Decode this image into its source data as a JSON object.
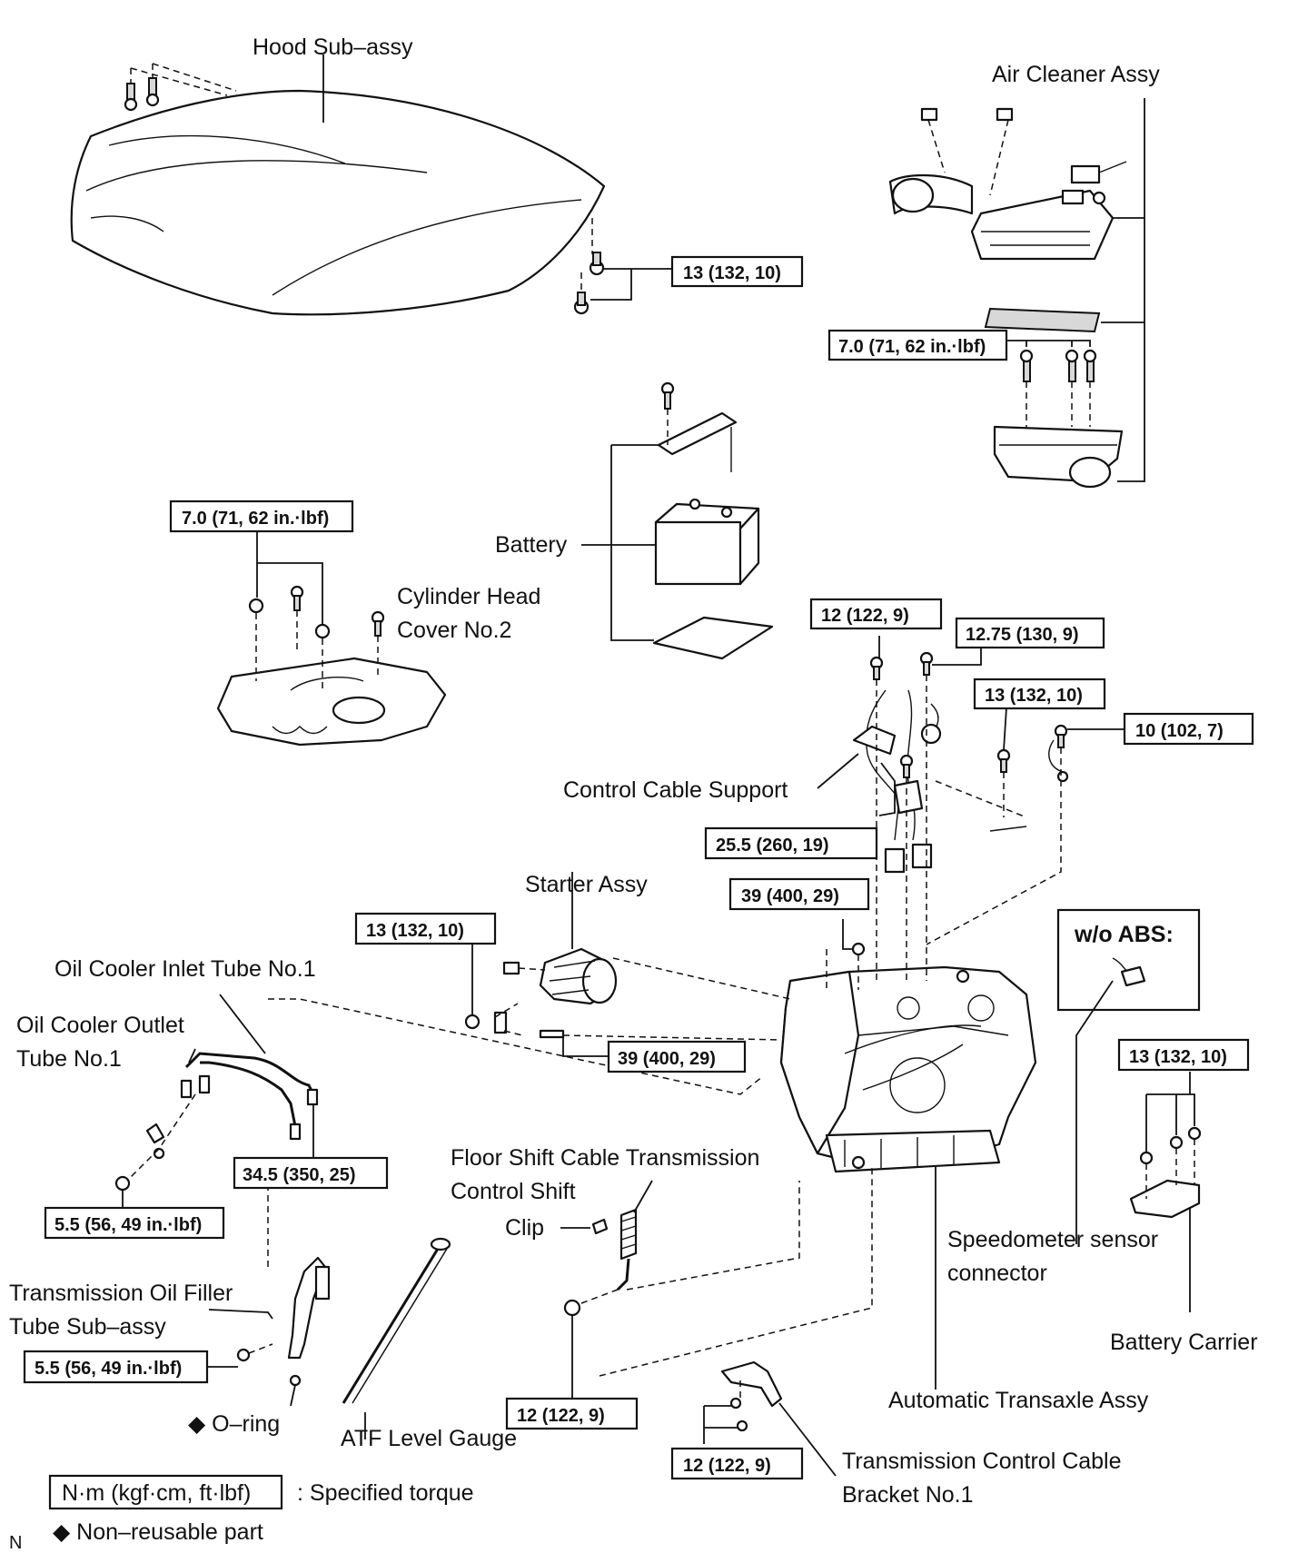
{
  "labels": {
    "hood": "Hood Sub–assy",
    "air_cleaner": "Air Cleaner Assy",
    "battery": "Battery",
    "cyl_head_1": "Cylinder Head",
    "cyl_head_2": "Cover No.2",
    "control_cable_support": "Control Cable Support",
    "starter": "Starter Assy",
    "oc_inlet": "Oil Cooler Inlet Tube No.1",
    "oc_outlet_1": "Oil Cooler Outlet",
    "oc_outlet_2": "Tube No.1",
    "wo_abs": "w/o ABS:",
    "floor_shift_1": "Floor Shift Cable Transmission",
    "floor_shift_2": "Control Shift",
    "clip": "Clip",
    "speedo_1": "Speedometer sensor",
    "speedo_2": "connector",
    "filler_1": "Transmission Oil Filler",
    "filler_2": "Tube Sub–assy",
    "battery_carrier": "Battery Carrier",
    "oring": "◆ O–ring",
    "atf": "ATF Level Gauge",
    "transaxle": "Automatic Transaxle Assy",
    "tcc_bracket_1": "Transmission Control Cable",
    "tcc_bracket_2": "Bracket No.1"
  },
  "torques": {
    "hood": "13 (132, 10)",
    "air_cleaner": "7.0 (71, 62 in.·lbf)",
    "cyl_head": "7.0 (71, 62 in.·lbf)",
    "t_12_top": "12 (122, 9)",
    "t_1275": "12.75 (130, 9)",
    "t_13_mid": "13 (132, 10)",
    "t_10": "10 (102, 7)",
    "t_255": "25.5 (260, 19)",
    "t_39_top": "39 (400, 29)",
    "starter_13": "13 (132, 10)",
    "starter_39": "39 (400, 29)",
    "battery_carrier": "13 (132, 10)",
    "oc_345": "34.5 (350, 25)",
    "oc_55": "5.5 (56, 49 in.·lbf)",
    "filler_55": "5.5 (56, 49 in.·lbf)",
    "clip_12": "12 (122, 9)",
    "bracket_12": "12 (122, 9)"
  },
  "legend": {
    "unit_box": "N·m (kgf·cm, ft·lbf)",
    "unit_text": ": Specified torque",
    "nonreusable": "◆ Non–reusable part",
    "corner_code": "N"
  }
}
